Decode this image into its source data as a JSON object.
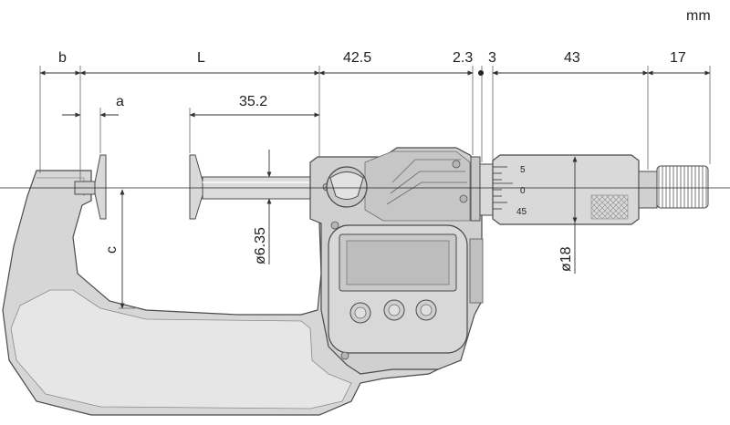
{
  "unit": "mm",
  "dimensions": {
    "b": "b",
    "L": "L",
    "a": "a",
    "c": "c",
    "depth": "42.5",
    "clamp_width": "2.3",
    "sleeve_gap": "3",
    "thimble_length": "43",
    "ratchet_length": "17",
    "disc_to_frame": "35.2",
    "spindle_diameter": "ø6.35",
    "thimble_diameter": "ø18"
  },
  "thimble_scale": [
    "5",
    "0",
    "45"
  ],
  "colors": {
    "frame": "#d6d6d6",
    "frame_edge": "#4a4a4a",
    "lcd": "#c9c9c9",
    "dim_line": "#333333"
  },
  "icons": [
    "display-button-icon",
    "knurled-thimble-icon",
    "ratchet-icon"
  ]
}
